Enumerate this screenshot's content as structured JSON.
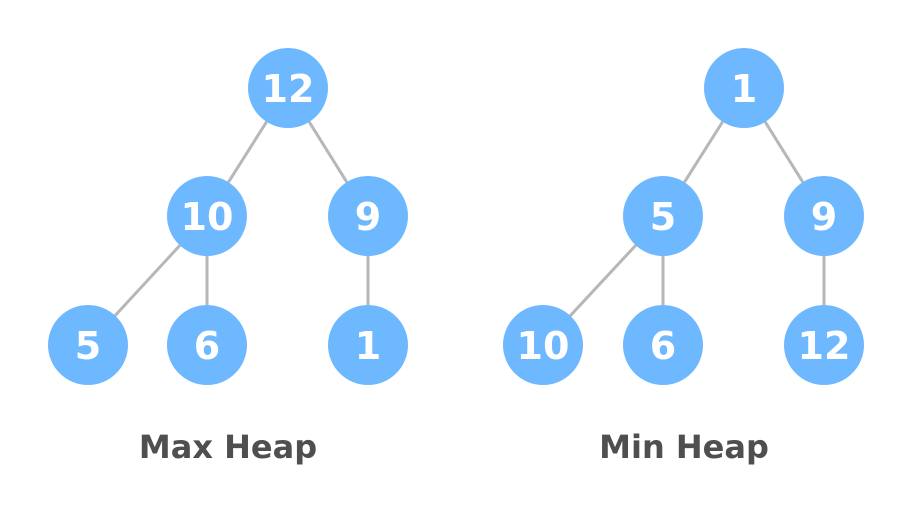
{
  "colors": {
    "node_fill": "#6eb8ff",
    "node_text": "#ffffff",
    "edge": "#b7b7b7",
    "caption": "#4f4f4f"
  },
  "max_heap": {
    "title": "Max Heap",
    "nodes": [
      {
        "id": "root",
        "label": "12"
      },
      {
        "id": "l",
        "label": "10"
      },
      {
        "id": "r",
        "label": "9"
      },
      {
        "id": "ll",
        "label": "5"
      },
      {
        "id": "lr",
        "label": "6"
      },
      {
        "id": "rl",
        "label": "1"
      }
    ],
    "edges": [
      [
        "root",
        "l"
      ],
      [
        "root",
        "r"
      ],
      [
        "l",
        "ll"
      ],
      [
        "l",
        "lr"
      ],
      [
        "r",
        "rl"
      ]
    ]
  },
  "min_heap": {
    "title": "Min Heap",
    "nodes": [
      {
        "id": "root",
        "label": "1"
      },
      {
        "id": "l",
        "label": "5"
      },
      {
        "id": "r",
        "label": "9"
      },
      {
        "id": "ll",
        "label": "10"
      },
      {
        "id": "lr",
        "label": "6"
      },
      {
        "id": "rl",
        "label": "12"
      }
    ],
    "edges": [
      [
        "root",
        "l"
      ],
      [
        "root",
        "r"
      ],
      [
        "l",
        "ll"
      ],
      [
        "l",
        "lr"
      ],
      [
        "r",
        "rl"
      ]
    ]
  }
}
